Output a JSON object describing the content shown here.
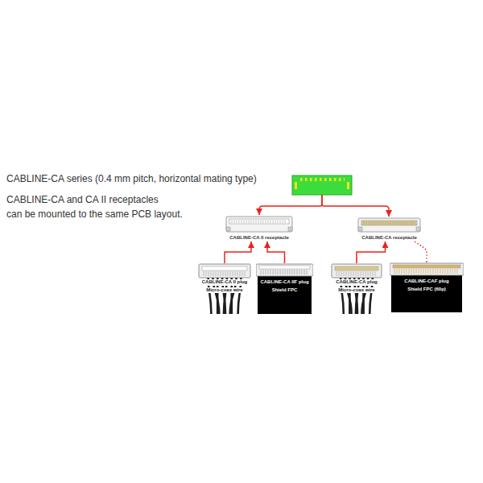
{
  "diagram": {
    "title": "CABLINE-CA series (0.4 mm pitch, horizontal mating type)",
    "nodes": [
      {
        "text": [
          "CABLINE-CA II receptacle"
        ]
      },
      {
        "text": [
          "CABLINE-CA receptacle"
        ]
      },
      {
        "text": [
          "CABLINE-CA II plug",
          "Micro-coax wire"
        ]
      },
      {
        "text": [
          "CABLINE-CA IIF plug",
          "Shield FPC"
        ]
      },
      {
        "text": [
          "CABLINE-CA plug",
          "Micro-coax wire"
        ]
      },
      {
        "text": [
          "CABLINE-CAF plug",
          "Shield FPC (60p)"
        ]
      }
    ],
    "edges": [
      {
        "from": 2,
        "to": 0,
        "arrow": "to"
      },
      {
        "from": 3,
        "to": 0,
        "arrow": "to"
      },
      {
        "from": 4,
        "to": 1,
        "arrow": "to"
      },
      {
        "from": 5,
        "to": 1,
        "arrow": "none"
      }
    ],
    "labels": [
      "CABLINE-CA and CA II receptacles",
      "can be mounted to the same PCB layout."
    ]
  }
}
